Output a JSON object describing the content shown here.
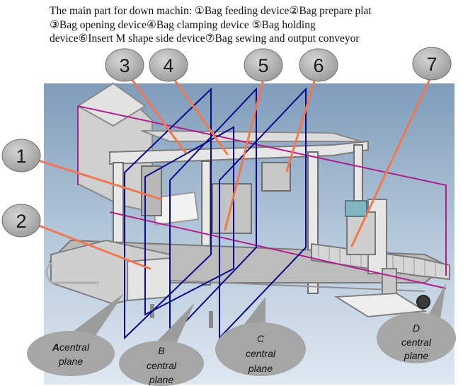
{
  "caption": {
    "line1": "The main part for down machin: ①Bag feeding device②Bag prepare plat",
    "line2": "③Bag opening device④Bag clamping device ⑤Bag holding",
    "line3": "device⑥Insert M shape side device⑦Bag sewing and output conveyor"
  },
  "callouts": {
    "c1": "1",
    "c2": "2",
    "c3": "3",
    "c4": "4",
    "c5": "5",
    "c6": "6",
    "c7": "7"
  },
  "planes": {
    "A": {
      "l1a": "A",
      "l1b": "central",
      "l2": "plane"
    },
    "B": {
      "l1": "B",
      "l2": "central",
      "l3": "plane"
    },
    "C": {
      "l1": "C",
      "l2": "central",
      "l3": "plane"
    },
    "D": {
      "l1": "D",
      "l2": "central",
      "l3": "plane"
    }
  },
  "colors": {
    "bubble_fill": "#a9a9a9",
    "leader_line": "#f07850",
    "plane_blue": "#0a0a8c",
    "boundary_magenta": "#b0208c",
    "render_bg": "#a8c0d8"
  }
}
